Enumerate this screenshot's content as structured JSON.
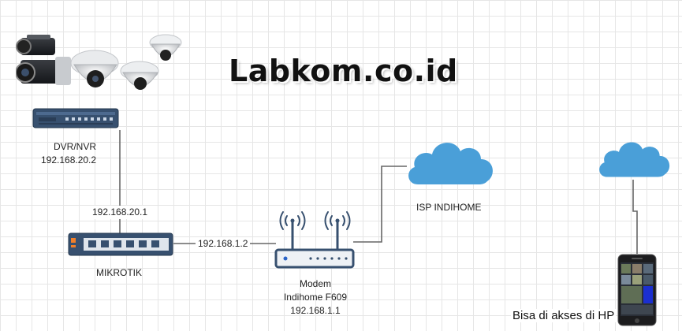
{
  "brand": "Labkom.co.id",
  "dvr": {
    "name": "DVR/NVR",
    "ip": "192.168.20.2"
  },
  "mikrotik": {
    "name": "MIKROTIK",
    "lan_ip": "192.168.20.1",
    "wan_ip": "192.168.1.2"
  },
  "modem": {
    "name": "Modem",
    "model": "Indihome F609",
    "ip": "192.168.1.1"
  },
  "isp": {
    "name": "ISP INDIHOME"
  },
  "phone": {
    "caption": "Bisa di akses di HP"
  },
  "colors": {
    "cloud": "#4a9fd8",
    "switch_body": "#37506f",
    "wire": "#666666",
    "port_led": "#f07f2a"
  },
  "icons": [
    "cctv-cameras-icon",
    "dvr-icon",
    "mikrotik-switch-icon",
    "wifi-router-icon",
    "cloud-icon",
    "smartphone-icon"
  ]
}
